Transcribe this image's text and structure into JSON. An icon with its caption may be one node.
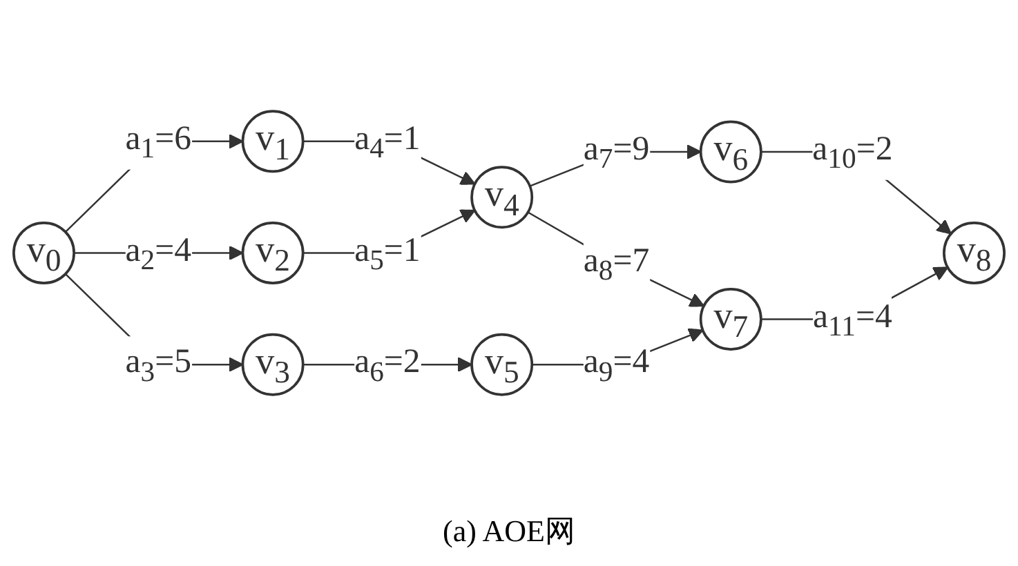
{
  "diagram": {
    "caption": "(a) AOE网",
    "nodes": [
      {
        "text": [
          "v$_{0}$"
        ]
      },
      {
        "text": [
          "v$_{1}$"
        ]
      },
      {
        "text": [
          "v$_{2}$"
        ]
      },
      {
        "text": [
          "v$_{3}$"
        ]
      },
      {
        "text": [
          "v$_{4}$"
        ]
      },
      {
        "text": [
          "v$_{5}$"
        ]
      },
      {
        "text": [
          "v$_{6}$"
        ]
      },
      {
        "text": [
          "v$_{7}$"
        ]
      },
      {
        "text": [
          "v$_{8}$"
        ]
      }
    ],
    "edges": [
      {
        "from": 0,
        "to": 1,
        "arrow": "to",
        "label": "a$_{1}$=6"
      },
      {
        "from": 0,
        "to": 2,
        "arrow": "to",
        "label": "a$_{2}$=4"
      },
      {
        "from": 0,
        "to": 3,
        "arrow": "to",
        "label": "a$_{3}$=5"
      },
      {
        "from": 1,
        "to": 4,
        "arrow": "to",
        "label": "a$_{4}$=1"
      },
      {
        "from": 2,
        "to": 4,
        "arrow": "to",
        "label": "a$_{5}$=1"
      },
      {
        "from": 3,
        "to": 5,
        "arrow": "to",
        "label": "a$_{6}$=2"
      },
      {
        "from": 4,
        "to": 6,
        "arrow": "to",
        "label": "a$_{7}$=9"
      },
      {
        "from": 4,
        "to": 7,
        "arrow": "to",
        "label": "a$_{8}$=7"
      },
      {
        "from": 5,
        "to": 7,
        "arrow": "to",
        "label": "a$_{9}$=4"
      },
      {
        "from": 6,
        "to": 8,
        "arrow": "to",
        "label": "a$_{10}$=2"
      },
      {
        "from": 7,
        "to": 8,
        "arrow": "to",
        "label": "a$_{11}$=4"
      }
    ]
  }
}
